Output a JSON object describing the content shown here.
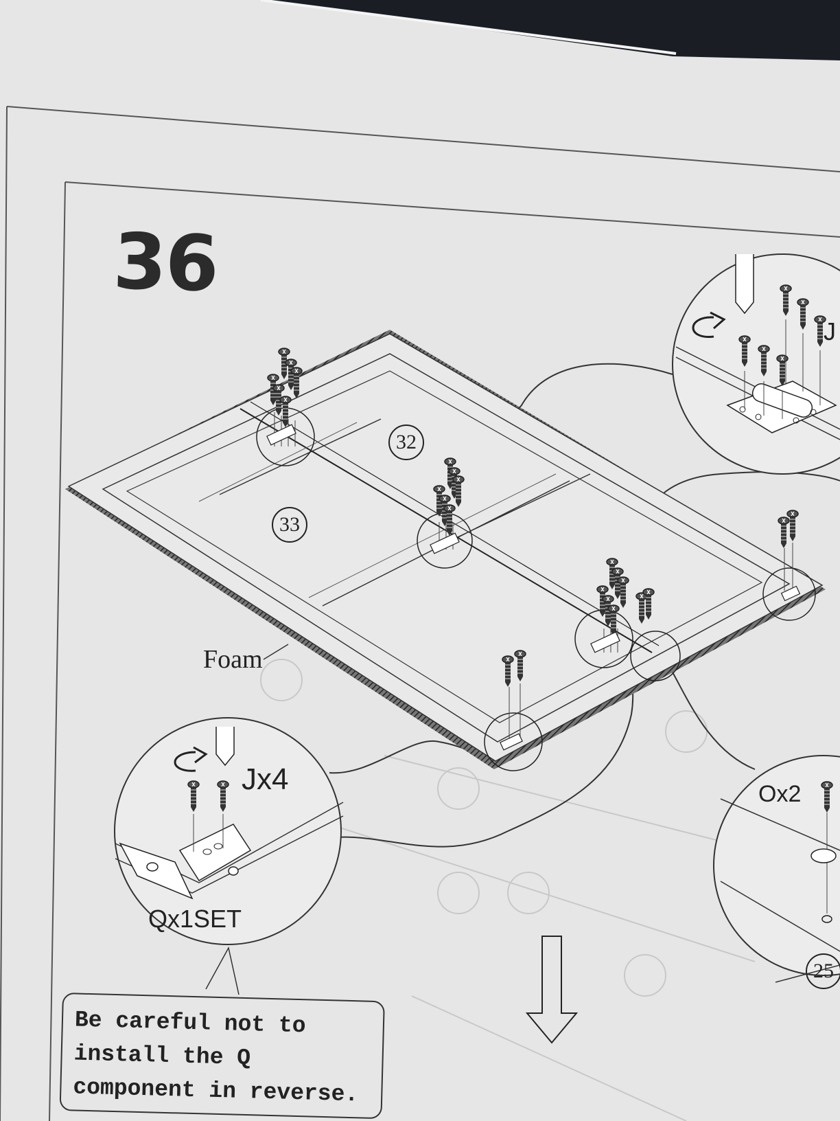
{
  "step": {
    "number": "36"
  },
  "parts": {
    "panel_32": "32",
    "panel_33": "33",
    "foam": "Foam"
  },
  "hardware": {
    "j_screws": "Jx4",
    "q_set": "Qx1SET",
    "o_screws": "Ox2",
    "part_25": "25",
    "j_partial": "J"
  },
  "caution": {
    "line1": "Be careful not to",
    "line2": "install the Q",
    "line3": "component in reverse."
  }
}
